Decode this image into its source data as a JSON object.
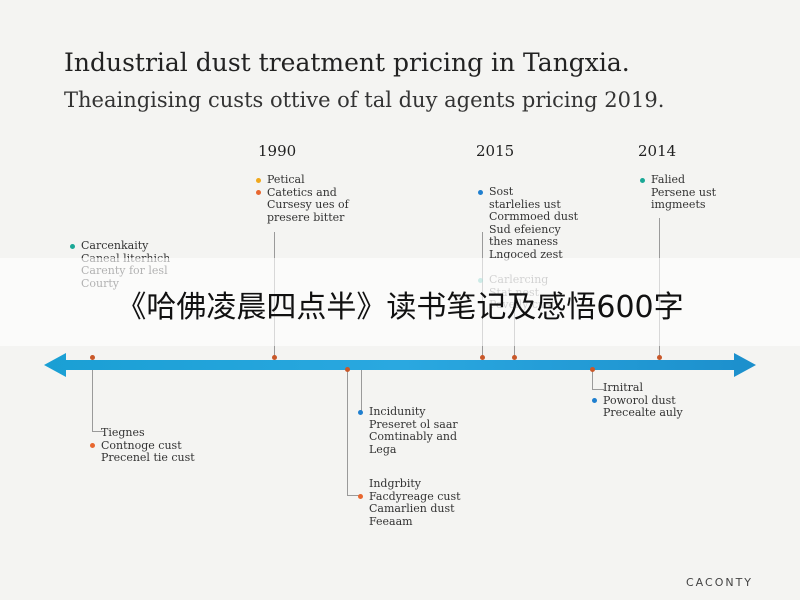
{
  "title": "Industrial dust treatment pricing in Tangxia.",
  "subtitle": "Theaingising custs ottive of tal duy agents pricing 2019.",
  "years": [
    "1990",
    "2015",
    "2014"
  ],
  "colors": {
    "arrow_start": "#1a9fd4",
    "arrow_end": "#2fb2e8",
    "teal": "#1aa896",
    "orange": "#e8672f",
    "red": "#e0402a",
    "yellow": "#f0a81c",
    "blue": "#1f7fcf"
  },
  "blocks": {
    "b1990": [
      {
        "text": "Petical",
        "color": "yellow"
      },
      {
        "text": "Catetics and",
        "color": "orange"
      },
      {
        "text": "Cursesy ues of",
        "color": "none"
      },
      {
        "text": "presere bitter",
        "color": "none"
      }
    ],
    "b2015": [
      {
        "text": "Sost",
        "color": "blue"
      },
      {
        "text": "starlelies ust",
        "color": "none"
      },
      {
        "text": "Cormmoed dust",
        "color": "none"
      },
      {
        "text": "Sud efeiency",
        "color": "none"
      },
      {
        "text": "thes maness",
        "color": "none"
      },
      {
        "text": "Lngoced zest",
        "color": "none"
      }
    ],
    "b2014": [
      {
        "text": "Falied",
        "color": "teal"
      },
      {
        "text": "Persene ust",
        "color": "none"
      },
      {
        "text": "imgmeets",
        "color": "none"
      }
    ],
    "left_upper": [
      {
        "text": "Carcenkaity",
        "color": "teal"
      },
      {
        "text": "Caneal literhich",
        "color": "none"
      },
      {
        "text": "Carenty for lesl",
        "color": "none"
      },
      {
        "text": "Courty",
        "color": "none"
      }
    ],
    "mid_faded": [
      {
        "text": "Carlercing",
        "color": "teal"
      },
      {
        "text": "Stat nest",
        "color": "none"
      },
      {
        "text": "Pevelly cust",
        "color": "none"
      }
    ],
    "left_lower": [
      {
        "text": "Tiegnes",
        "color": "none"
      },
      {
        "text": "Contnoge cust",
        "color": "orange"
      },
      {
        "text": "Precenel tie cust",
        "color": "none"
      }
    ],
    "center_lower1": [
      {
        "text": "Incidunity",
        "color": "blue"
      },
      {
        "text": "Preseret ol saar",
        "color": "none"
      },
      {
        "text": "Comtinably and",
        "color": "none"
      },
      {
        "text": "Lega",
        "color": "none"
      }
    ],
    "center_lower2": [
      {
        "text": "Indgrbity",
        "color": "none"
      },
      {
        "text": "Facdyreage cust",
        "color": "orange"
      },
      {
        "text": "Camarlien dust",
        "color": "none"
      },
      {
        "text": "Feeaam",
        "color": "none"
      }
    ],
    "right_lower": [
      {
        "text": "Irnitral",
        "color": "none"
      },
      {
        "text": "Poworol dust",
        "color": "blue"
      },
      {
        "text": "Precealte auly",
        "color": "none"
      }
    ]
  },
  "banner": "《哈佛凌晨四点半》读书笔记及感悟600字",
  "brand": "CACONTY"
}
